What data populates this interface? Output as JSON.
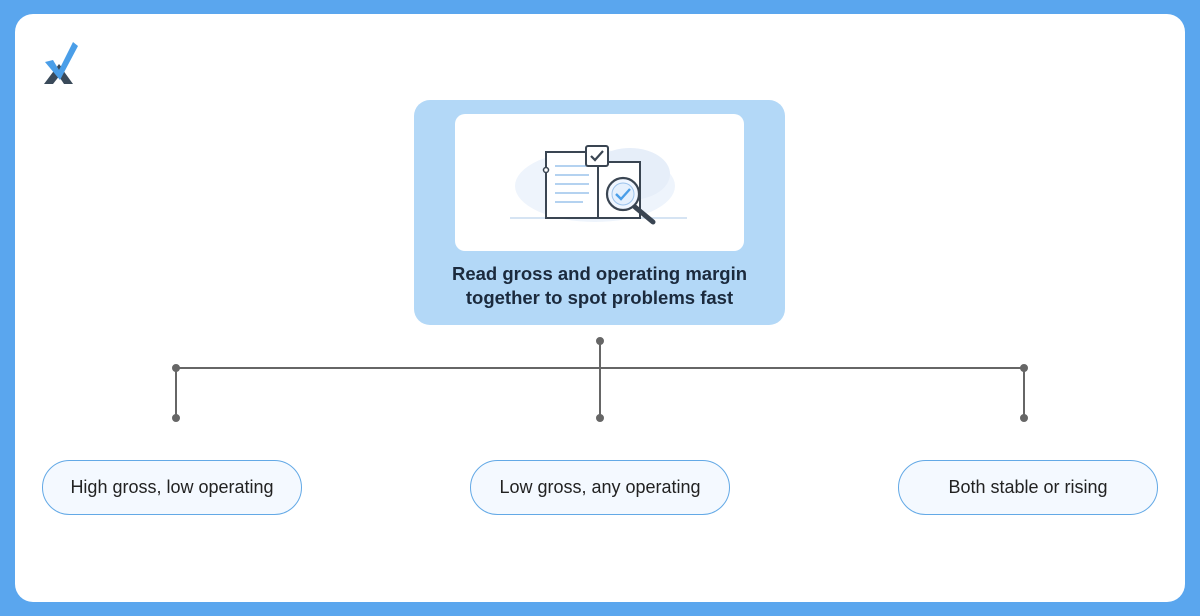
{
  "root": {
    "title_line1": "Read gross and operating margin",
    "title_line2": "together to spot problems fast",
    "illustration_icon": "document-magnifier-check-icon"
  },
  "branches": [
    {
      "label": "High gross, low operating"
    },
    {
      "label": "Low gross, any operating"
    },
    {
      "label": "Both stable or rising"
    }
  ],
  "colors": {
    "background": "#5aa6ee",
    "root_box": "#b3d8f7",
    "leaf_border": "#63a9e6",
    "connector": "#666666"
  },
  "logo_icon": "checkmark-x-logo-icon"
}
